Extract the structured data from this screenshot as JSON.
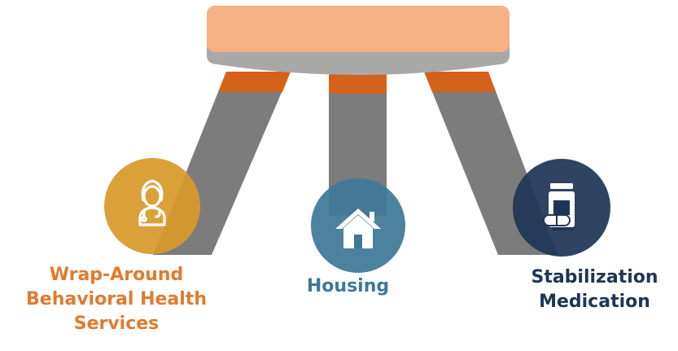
{
  "pillars": [
    {
      "id": "wrap-around",
      "icon": "doctor-icon",
      "lines": [
        "Wrap-Around",
        "Behavioral Health",
        "Services"
      ],
      "color": "#e07b2f",
      "circle_color": "#d79a2b"
    },
    {
      "id": "housing",
      "icon": "house-icon",
      "lines": [
        "Housing"
      ],
      "color": "#3e7899",
      "circle_color": "#3e7899"
    },
    {
      "id": "medication",
      "icon": "medication-bottle-icon",
      "lines": [
        "Stabilization",
        "Medication"
      ],
      "color": "#1f3556",
      "circle_color": "#1f3556"
    }
  ],
  "stool_colors": {
    "seat_top": "#f5b083",
    "seat_rim": "#a8a8a8",
    "leg": "#7c7c7c",
    "band": "#d4621b"
  }
}
